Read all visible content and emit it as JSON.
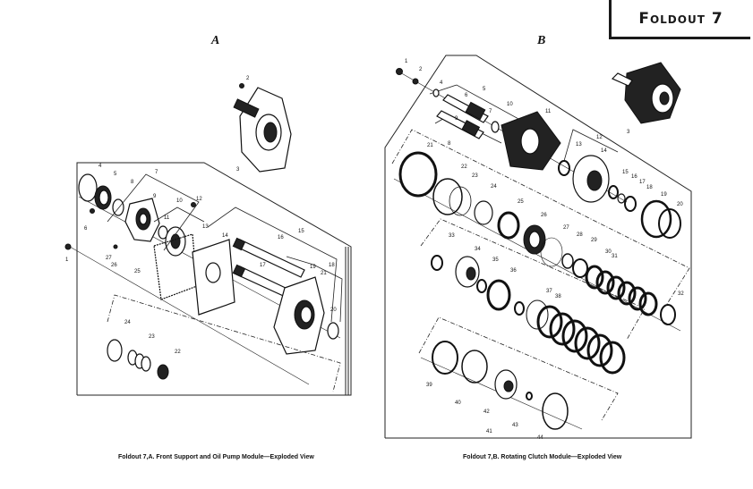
{
  "header": {
    "title": "Foldout 7"
  },
  "panels": [
    {
      "letter": "A",
      "caption": "Foldout 7,A. Front Support and Oil Pump Module—Exploded View",
      "callouts": [
        "1",
        "2",
        "3",
        "4",
        "5",
        "6",
        "7",
        "8",
        "9",
        "10",
        "11",
        "12",
        "13",
        "14",
        "15",
        "16",
        "17",
        "18",
        "19",
        "20",
        "21",
        "22",
        "23",
        "24",
        "25",
        "26",
        "27"
      ]
    },
    {
      "letter": "B",
      "caption": "Foldout 7,B. Rotating Clutch Module—Exploded View",
      "callouts": [
        "1",
        "2",
        "3",
        "4",
        "5",
        "6",
        "7",
        "8",
        "9",
        "10",
        "11",
        "12",
        "13",
        "14",
        "15",
        "16",
        "17",
        "18",
        "19",
        "20",
        "21",
        "22",
        "23",
        "24",
        "25",
        "26",
        "27",
        "28",
        "29",
        "30",
        "31",
        "32",
        "33",
        "34",
        "35",
        "36",
        "37",
        "38",
        "39",
        "40",
        "41",
        "42",
        "43",
        "44"
      ]
    }
  ]
}
